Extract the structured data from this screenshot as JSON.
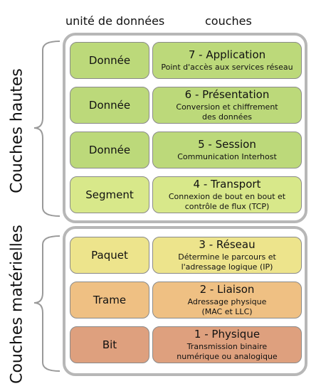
{
  "headers": {
    "unit": "unité de données",
    "layers": "couches"
  },
  "groups": [
    {
      "label": "Couches hautes"
    },
    {
      "label": "Couches matérielles"
    }
  ],
  "rows": [
    {
      "unit": "Donnée",
      "title": "7 - Application",
      "desc": "Point d'accès aux services réseau",
      "color": "#bcd97a"
    },
    {
      "unit": "Donnée",
      "title": "6 - Présentation",
      "desc": "Conversion et chiffrement des données",
      "color": "#bcd97a"
    },
    {
      "unit": "Donnée",
      "title": "5 - Session",
      "desc": "Communication Interhost",
      "color": "#bcd97a"
    },
    {
      "unit": "Segment",
      "title": "4 - Transport",
      "desc": "Connexion de bout en bout et contrôle de flux (TCP)",
      "color": "#d8e88a"
    },
    {
      "unit": "Paquet",
      "title": "3 - Réseau",
      "desc": "Détermine le parcours et l'adressage logique (IP)",
      "color": "#ede48c"
    },
    {
      "unit": "Trame",
      "title": "2 - Liaison",
      "desc": "Adressage physique (MAC et LLC)",
      "color": "#efc083"
    },
    {
      "unit": "Bit",
      "title": "1 - Physique",
      "desc": "Transmission binaire numérique ou analogique",
      "color": "#dea07e"
    }
  ]
}
